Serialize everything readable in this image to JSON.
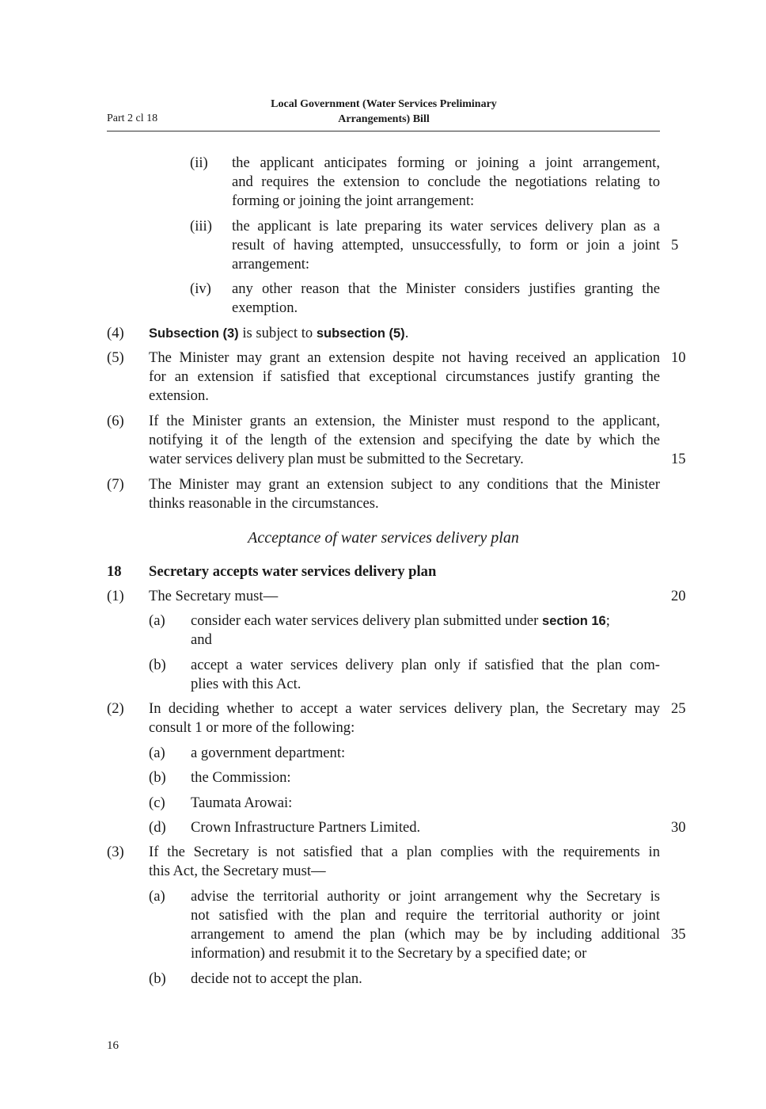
{
  "header": {
    "part_ref": "Part 2 cl 18",
    "title_line1": "Local Government (Water Services Preliminary",
    "title_line2": "Arrangements) Bill"
  },
  "continued_items": [
    {
      "label": "(ii)",
      "lines": [
        "the applicant anticipates forming or joining a joint arrangement,",
        "and requires the extension to conclude the negotiations relating to",
        "forming or joining the joint arrangement:"
      ]
    },
    {
      "label": "(iii)",
      "lines": [
        "the applicant is late preparing its water services delivery plan as a",
        "result of having attempted, unsuccessfully, to form or join a joint",
        "arrangement:"
      ]
    },
    {
      "label": "(iv)",
      "lines": [
        "any other reason that the Minister considers justifies granting the",
        "exemption."
      ]
    }
  ],
  "subsections_17": [
    {
      "label": "(4)",
      "ref1": "Subsection (3)",
      "mid": " is subject to ",
      "ref2": "subsection (5)",
      "end": "."
    },
    {
      "label": "(5)",
      "lines": [
        "The Minister may grant an extension despite not having received an application",
        "for an extension if satisfied that exceptional circumstances justify granting the",
        "extension."
      ]
    },
    {
      "label": "(6)",
      "lines": [
        "If the Minister grants an extension, the Minister must respond to the applicant,",
        "notifying it of the length of the extension and specifying the date by which the",
        "water services delivery plan must be submitted to the Secretary."
      ]
    },
    {
      "label": "(7)",
      "lines": [
        "The Minister may grant an extension subject to any conditions that the Minister",
        "thinks reasonable in the circumstances."
      ]
    }
  ],
  "cross_heading": "Acceptance of water services delivery plan",
  "section_18": {
    "number": "18",
    "title": "Secretary accepts water services delivery plan",
    "sub1": {
      "label": "(1)",
      "text": "The Secretary must—",
      "items": [
        {
          "label": "(a)",
          "pre": "consider each water services delivery plan submitted under ",
          "ref": "section 16",
          "post": ";",
          "line2": "and"
        },
        {
          "label": "(b)",
          "lines": [
            "accept a water services delivery plan only if satisfied that the plan com-",
            "plies with this Act."
          ]
        }
      ]
    },
    "sub2": {
      "label": "(2)",
      "lines": [
        "In deciding whether to accept a water services delivery plan, the Secretary may",
        "consult 1 or more of the following:"
      ],
      "items": [
        {
          "label": "(a)",
          "text": "a government department:"
        },
        {
          "label": "(b)",
          "text": "the Commission:"
        },
        {
          "label": "(c)",
          "text": "Taumata Arowai:"
        },
        {
          "label": "(d)",
          "text": "Crown Infrastructure Partners Limited."
        }
      ]
    },
    "sub3": {
      "label": "(3)",
      "lines": [
        "If the Secretary is not satisfied that a plan complies with the requirements in",
        "this Act, the Secretary must—"
      ],
      "items": [
        {
          "label": "(a)",
          "lines": [
            "advise the territorial authority or joint arrangement why the Secretary is",
            "not satisfied with the plan and require the territorial authority or joint",
            "arrangement to amend the plan (which may be by including additional",
            "information) and resubmit it to the Secretary by a specified date; or"
          ]
        },
        {
          "label": "(b)",
          "text": "decide not to accept the plan."
        }
      ]
    }
  },
  "line_numbers": [
    "5",
    "10",
    "15",
    "20",
    "25",
    "30",
    "35"
  ],
  "footer": {
    "page_number": "16"
  }
}
